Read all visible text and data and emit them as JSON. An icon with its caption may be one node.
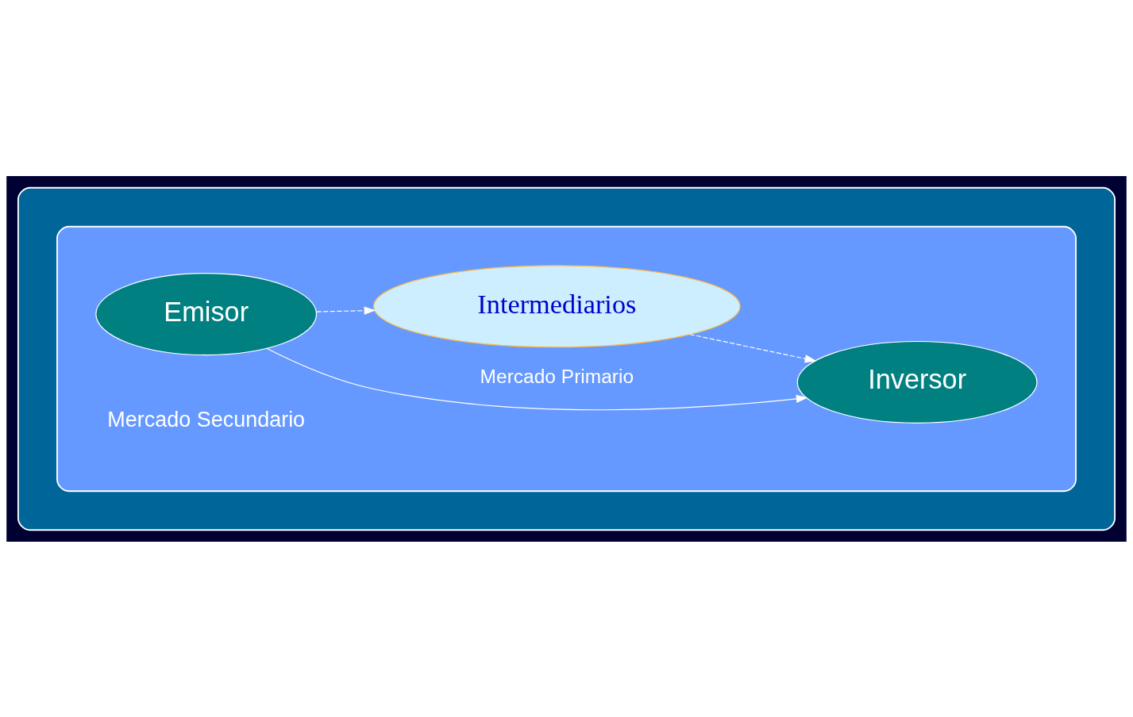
{
  "diagram": {
    "nodes": [
      {
        "text": [],
        "shape": "ellipse"
      },
      {
        "text": [],
        "shape": "ellipse",
        "in": 0
      },
      {
        "text": [
          "Emisor"
        ],
        "in": 1
      },
      {
        "text": [
          "Inversor"
        ],
        "in": 1
      },
      {
        "text": [
          "Intermediarios"
        ],
        "in": 1
      }
    ],
    "edges": [
      {
        "from": 2,
        "to": 3,
        "arrow": "to",
        "label": "Mercado Primario"
      },
      {
        "from": 2,
        "to": 4,
        "arrow": "to",
        "style": "dashed"
      },
      {
        "from": 4,
        "to": 3,
        "arrow": "to",
        "style": "dashed"
      }
    ],
    "labels": [
      "Mercado Secundario"
    ]
  }
}
